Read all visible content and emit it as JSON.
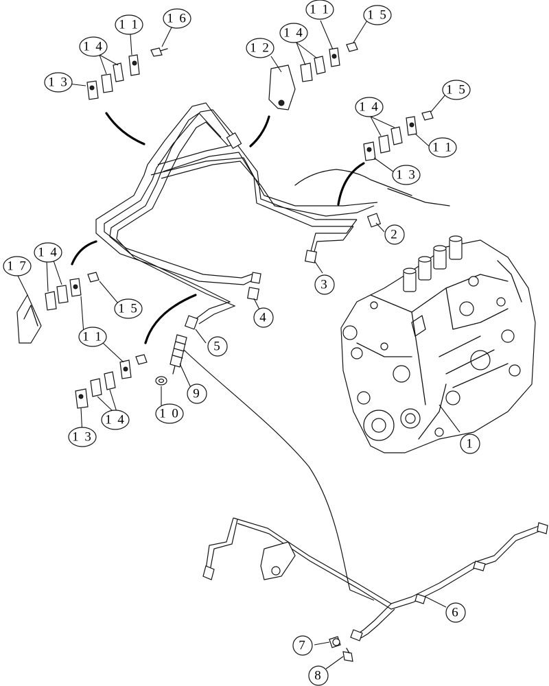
{
  "callouts": [
    {
      "id": "c1",
      "text": "1"
    },
    {
      "id": "c2",
      "text": "2"
    },
    {
      "id": "c3",
      "text": "3"
    },
    {
      "id": "c4",
      "text": "4"
    },
    {
      "id": "c5",
      "text": "5"
    },
    {
      "id": "c6",
      "text": "6"
    },
    {
      "id": "c7",
      "text": "7"
    },
    {
      "id": "c8",
      "text": "8"
    },
    {
      "id": "c9",
      "text": "9"
    },
    {
      "id": "c10",
      "text": "1 0"
    },
    {
      "id": "c11a",
      "text": "1 1"
    },
    {
      "id": "c11b",
      "text": "1 1"
    },
    {
      "id": "c11c",
      "text": "1 1"
    },
    {
      "id": "c11d",
      "text": "1 1"
    },
    {
      "id": "c12",
      "text": "1 2"
    },
    {
      "id": "c13a",
      "text": "1 3"
    },
    {
      "id": "c13b",
      "text": "1 3"
    },
    {
      "id": "c13c",
      "text": "1 3"
    },
    {
      "id": "c14a",
      "text": "1 4"
    },
    {
      "id": "c14b",
      "text": "1 4"
    },
    {
      "id": "c14c",
      "text": "1 4"
    },
    {
      "id": "c14d",
      "text": "1 4"
    },
    {
      "id": "c14e",
      "text": "1 4"
    },
    {
      "id": "c15a",
      "text": "1 5"
    },
    {
      "id": "c15b",
      "text": "1 5"
    },
    {
      "id": "c15c",
      "text": "1 5"
    },
    {
      "id": "c16",
      "text": "1 6"
    },
    {
      "id": "c17",
      "text": "1 7"
    }
  ]
}
